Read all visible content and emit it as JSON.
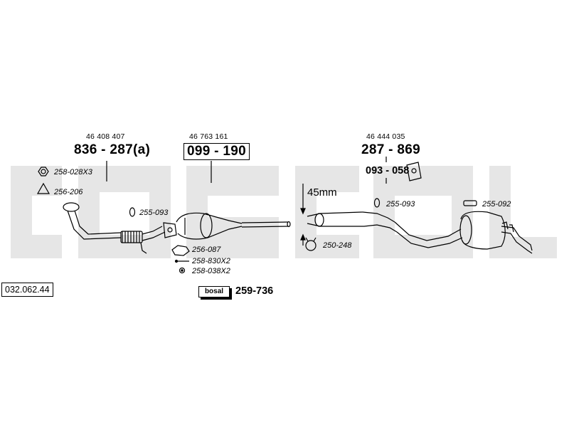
{
  "assembly": {
    "code": "032.062.44",
    "dimension": "45mm"
  },
  "groups": [
    {
      "oem": "46 408 407",
      "part": "836 - 287(a)"
    },
    {
      "oem": "46 763 161",
      "part": "099 - 190"
    },
    {
      "oem": "46 444 035",
      "part": "287 - 869"
    }
  ],
  "parts": {
    "p258_028": "258-028X3",
    "p256_206": "256-206",
    "p255_093_a": "255-093",
    "p256_087": "256-087",
    "p258_830": "258-830X2",
    "p258_038": "258-038X2",
    "p259_736": "259-736",
    "p093_058": "093 - 058",
    "p255_093_b": "255-093",
    "p255_092": "255-092",
    "p250_248": "250-248"
  },
  "brand": {
    "logo_text": "bosal",
    "watermark_color": "#e6e6e6"
  }
}
